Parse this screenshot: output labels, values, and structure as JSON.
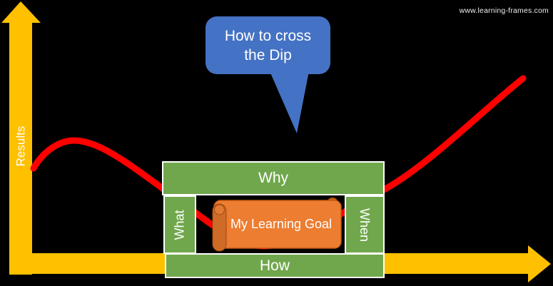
{
  "watermark": "www.learning-frames.com",
  "colors": {
    "background": "#000000",
    "axis_yellow": "#FFC000",
    "curve_red": "#FF0000",
    "frame_green": "#70A74C",
    "frame_border": "#FFFFFF",
    "bubble_blue": "#4472C4",
    "scroll_orange": "#ED7D31",
    "scroll_accent": "#C55A11",
    "text": "#FFFFFF"
  },
  "axes": {
    "y_label": "Results"
  },
  "speech_bubble": {
    "line1": "How to cross",
    "line2": "the Dip"
  },
  "frame": {
    "top": "Why",
    "left": "What",
    "right": "When",
    "bottom": "How"
  },
  "scroll": {
    "label": "My Learning Goal"
  }
}
